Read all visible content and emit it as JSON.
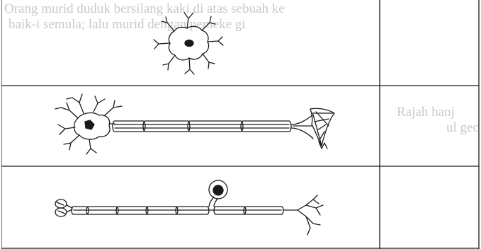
{
  "bleed_through": {
    "line1": "Orang murid duduk bersilang kaki di atas sebuah ke",
    "line2": "baik-i semula; lalu murid dengan pemeke gi",
    "line3": "Rajah hanj",
    "line4": "ul gec"
  },
  "table": {
    "rows": [
      {
        "neuron": "multipolar cell body with short dendrites",
        "answer": ""
      },
      {
        "neuron": "motor neurone",
        "answer": ""
      },
      {
        "neuron": "sensory neurone",
        "answer": ""
      }
    ]
  },
  "colors": {
    "ink": "#1a1a1a",
    "ghost": "#c9c9c9",
    "paper": "#ffffff"
  }
}
